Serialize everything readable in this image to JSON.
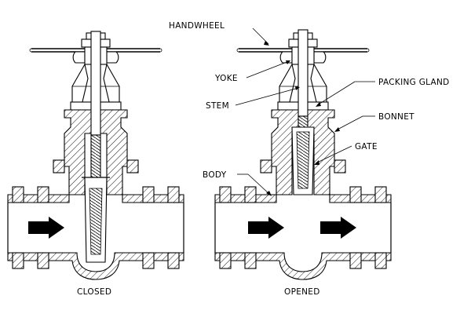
{
  "labels": {
    "handwheel": "HANDWHEEL",
    "yoke": "YOKE",
    "stem": "STEM",
    "packing_gland": "PACKING GLAND",
    "bonnet": "BONNET",
    "gate": "GATE",
    "body": "BODY"
  },
  "captions": {
    "closed": "CLOSED",
    "opened": "OPENED"
  }
}
